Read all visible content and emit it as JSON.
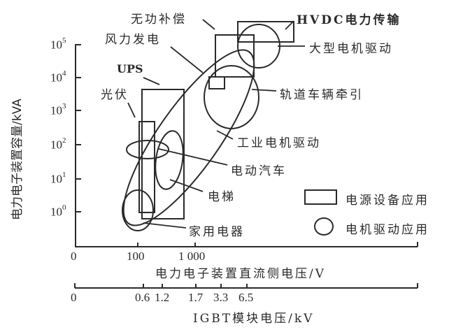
{
  "chart_data": {
    "type": "diagram",
    "title": "",
    "ylabel": "电力电子装置容量/kVA",
    "xlabel": "电力电子装置直流侧电压/V",
    "x2label": "IGBT模块电压/kV",
    "y_ticks": [
      "10^0",
      "10^1",
      "10^2",
      "10^3",
      "10^4",
      "10^5"
    ],
    "y_scale": "log",
    "x_ticks": [
      "0",
      "100",
      "1 000"
    ],
    "x2_ticks": [
      "0",
      "0.6",
      "1.2",
      "1.7",
      "3.3",
      "6.5"
    ],
    "legend": [
      {
        "shape": "rectangle",
        "label": "电源设备应用"
      },
      {
        "shape": "circle",
        "label": "电机驱动应用"
      }
    ],
    "regions": [
      {
        "label": "无功补偿",
        "shape": "rectangle",
        "category": "电源设备应用"
      },
      {
        "label": "HVDC电力传输",
        "shape": "rectangle",
        "category": "电源设备应用"
      },
      {
        "label": "风力发电",
        "shape": "rectangle",
        "category": "电源设备应用"
      },
      {
        "label": "UPS",
        "shape": "rectangle",
        "category": "电源设备应用"
      },
      {
        "label": "光伏",
        "shape": "rectangle",
        "category": "电源设备应用"
      },
      {
        "label": "大型电机驱动",
        "shape": "ellipse",
        "category": "电机驱动应用"
      },
      {
        "label": "轨道车辆牵引",
        "shape": "ellipse",
        "category": "电机驱动应用"
      },
      {
        "label": "工业电机驱动",
        "shape": "ellipse",
        "category": "电机驱动应用"
      },
      {
        "label": "电动汽车",
        "shape": "ellipse",
        "category": "电机驱动应用"
      },
      {
        "label": "电梯",
        "shape": "ellipse",
        "category": "电机驱动应用"
      },
      {
        "label": "家用电器",
        "shape": "ellipse",
        "category": "电机驱动应用"
      }
    ]
  },
  "axes": {
    "y_label": "电力电子装置容量/kVA",
    "y_ticks": [
      {
        "base": "10",
        "exp": "5"
      },
      {
        "base": "10",
        "exp": "4"
      },
      {
        "base": "10",
        "exp": "3"
      },
      {
        "base": "10",
        "exp": "2"
      },
      {
        "base": "10",
        "exp": "1"
      },
      {
        "base": "10",
        "exp": "0"
      }
    ],
    "x_label": "电力电子装置直流侧电压/V",
    "x_ticks": [
      "0",
      "100",
      "1 000"
    ],
    "x2_label": "IGBT模块电压/kV",
    "x2_ticks": [
      "0",
      "0.6",
      "1.2",
      "1.7",
      "3.3",
      "6.5"
    ]
  },
  "labels": {
    "reactive": "无功补偿",
    "hvdc": "HVDC电力传输",
    "wind": "风力发电",
    "large_motor": "大型电机驱动",
    "ups": "UPS",
    "rail": "轨道车辆牵引",
    "pv": "光伏",
    "industrial": "工业电机驱动",
    "ev": "电动汽车",
    "elevator": "电梯",
    "appliance": "家用电器"
  },
  "legend": {
    "rect_label": "电源设备应用",
    "circle_label": "电机驱动应用"
  }
}
